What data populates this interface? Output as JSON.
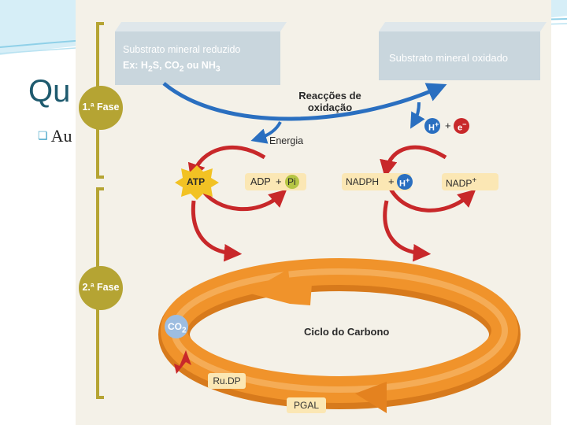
{
  "slide": {
    "title": "Qu",
    "bullet": "Au",
    "colors": {
      "title": "#1e5a6e",
      "swoosh": "#8fd0e8",
      "bullet": "#3a9fc4"
    }
  },
  "diagram": {
    "phase1": "1.ª Fase",
    "phase2": "2.ª Fase",
    "reduced_box": {
      "line1": "Substrato mineral reduzido",
      "line2_prefix": "Ex: H",
      "line2_sub1": "2",
      "line2_mid": "S, CO",
      "line2_sub2": "2",
      "line2_mid2": " ou NH",
      "line2_sub3": "3"
    },
    "oxidized_box": "Substrato mineral oxidado",
    "oxidation": {
      "line1": "Reacções de",
      "line2": "oxidação"
    },
    "energia": "Energia",
    "h_plus": "H",
    "plus": "+",
    "e_minus": "e",
    "atp": "ATP",
    "adp": "ADP",
    "pi": "Pi",
    "nadph": "NADPH",
    "nadp": "NADP",
    "co2": "CO",
    "co2_sub": "2",
    "cycle": "Ciclo do Carbono",
    "rudp": "Ru.DP",
    "pgal": "PGAL",
    "colors": {
      "phase_circle": "#b5a433",
      "blue_arrow": "#2a6fc0",
      "red_arrow": "#c8282a",
      "orange": "#f0932b",
      "atp": "#f2c224",
      "box": "#c9d6dd"
    }
  }
}
